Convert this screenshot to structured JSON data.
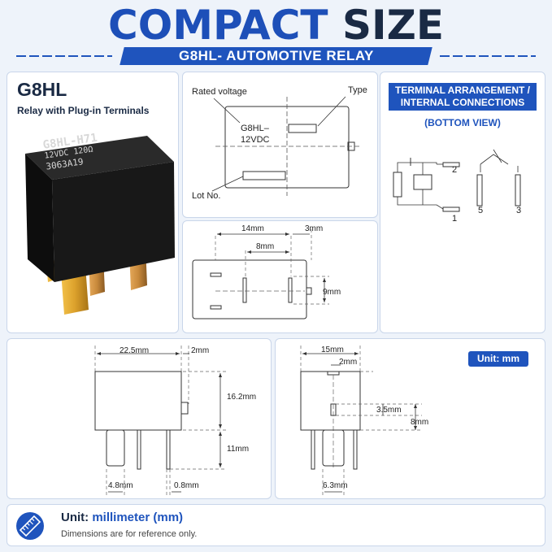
{
  "header": {
    "title_word1": "COMPACT",
    "title_word2": "SIZE",
    "subtitle": "G8HL- AUTOMOTIVE RELAY"
  },
  "product_panel": {
    "model": "G8HL",
    "description": "Relay with Plug-in Terminals",
    "relay_label_line1": "G8HL-H71",
    "relay_label_line2": "12VDC  120Ω",
    "relay_label_line3": "3063A19"
  },
  "label_panel": {
    "rated_voltage": "Rated voltage",
    "type": "Type",
    "lot_no": "Lot No.",
    "model_text_line1": "G8HL–",
    "model_text_line2": "12VDC"
  },
  "terminal_panel": {
    "title_line1": "TERMINAL ARRANGEMENT /",
    "title_line2": "INTERNAL CONNECTIONS",
    "view": "(BOTTOM VIEW)",
    "pins": [
      "2",
      "1",
      "5",
      "3"
    ]
  },
  "bottom_view": {
    "dims": [
      "14mm",
      "3mm",
      "8mm",
      "9mm"
    ]
  },
  "side_view": {
    "dims": [
      "22.5mm",
      "2mm",
      "16.2mm",
      "11mm",
      "4.8mm",
      "0.8mm"
    ]
  },
  "front_view": {
    "dims": [
      "15mm",
      "2mm",
      "3.5mm",
      "8mm",
      "6.3mm"
    ]
  },
  "unit_badge": "Unit: mm",
  "footer": {
    "unit_label": "Unit:",
    "unit_value": "millimeter (mm)",
    "note": "Dimensions are for reference only."
  },
  "colors": {
    "accent": "#1f54bd",
    "dark": "#1a2a44",
    "relay_body": "#151515",
    "terminal": "#c98a3c"
  },
  "icons": [
    "ruler-icon"
  ]
}
